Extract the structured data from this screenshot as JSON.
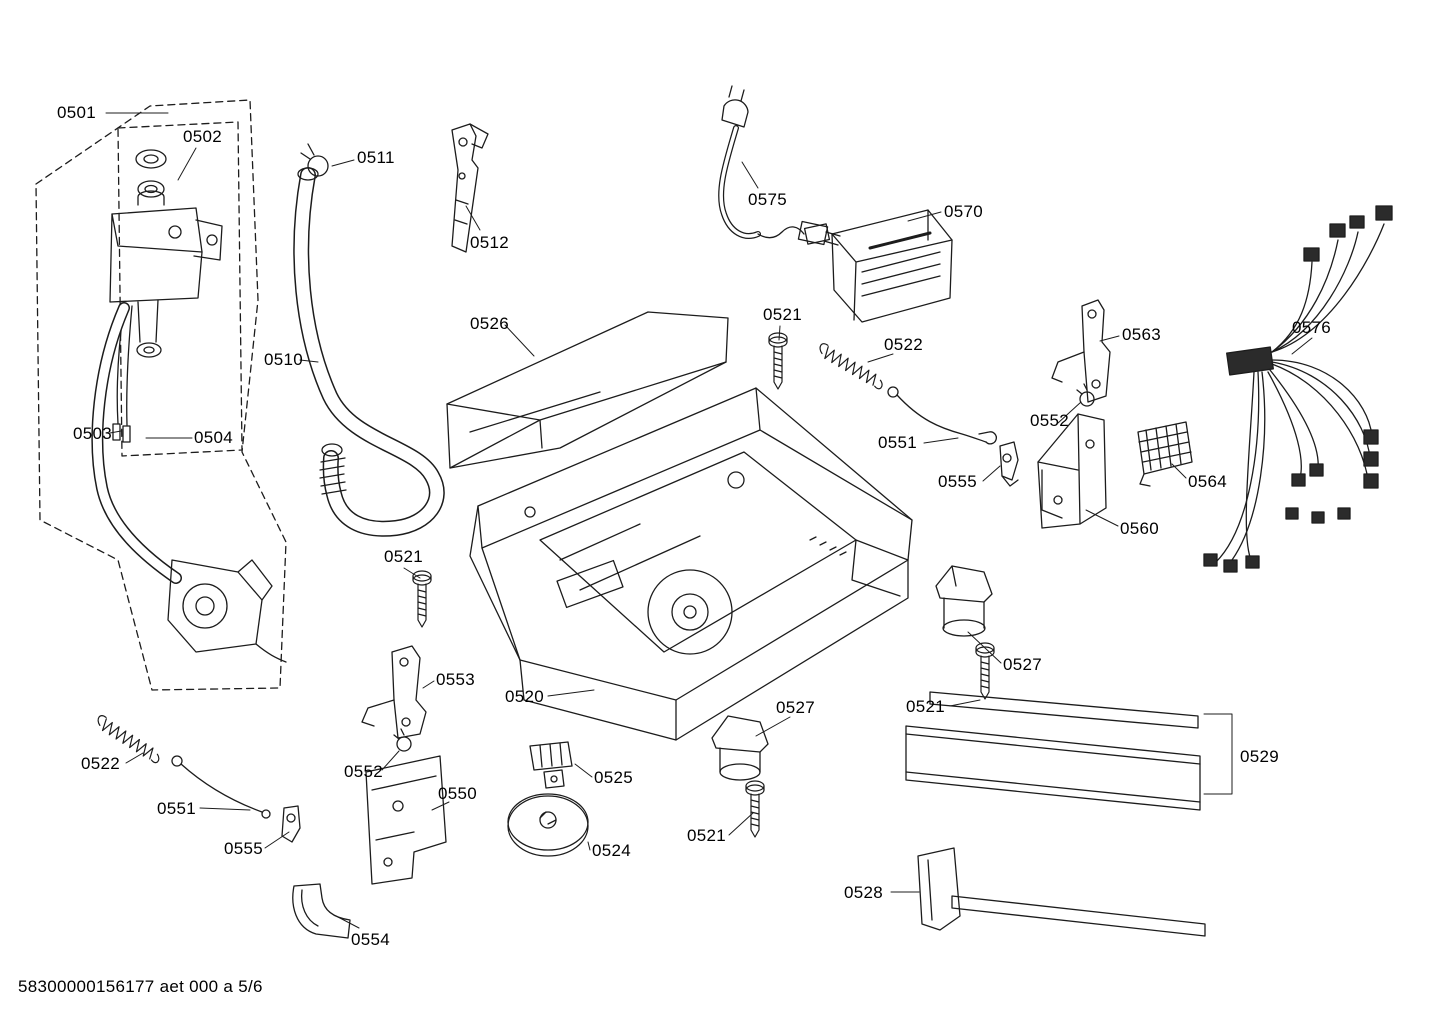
{
  "document": {
    "footer": "58300000156177 aet 000 a 5/6"
  },
  "labels": {
    "l0501": "0501",
    "l0502": "0502",
    "l0503": "0503",
    "l0504": "0504",
    "l0510": "0510",
    "l0511": "0511",
    "l0512": "0512",
    "l0520": "0520",
    "l0521a": "0521",
    "l0521b": "0521",
    "l0521c": "0521",
    "l0521d": "0521",
    "l0522a": "0522",
    "l0522b": "0522",
    "l0524": "0524",
    "l0525": "0525",
    "l0526": "0526",
    "l0527a": "0527",
    "l0527b": "0527",
    "l0528": "0528",
    "l0529": "0529",
    "l0550": "0550",
    "l0551a": "0551",
    "l0551b": "0551",
    "l0552a": "0552",
    "l0552b": "0552",
    "l0553": "0553",
    "l0554": "0554",
    "l0555a": "0555",
    "l0555b": "0555",
    "l0560": "0560",
    "l0563": "0563",
    "l0564": "0564",
    "l0570": "0570",
    "l0575": "0575",
    "l0576": "0576"
  },
  "colors": {
    "line": "#1c1c1c",
    "background": "#ffffff"
  }
}
